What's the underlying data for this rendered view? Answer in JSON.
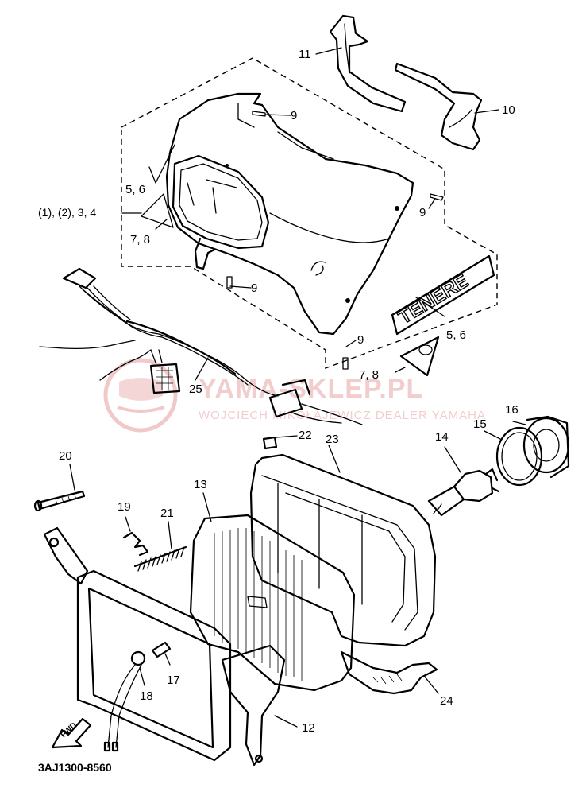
{
  "diagram": {
    "part_code": "3AJ1300-8560",
    "fwd_label": "FWD",
    "brand_badge": "TENERE",
    "callouts": {
      "c1": "11",
      "c2": "9",
      "c3": "10",
      "c4": "5, 6",
      "c5": "(1), (2), 3, 4",
      "c6": "9",
      "c7": "7, 8",
      "c8": "9",
      "c9": "5, 6",
      "c10": "9",
      "c11": "7, 8",
      "c12": "25",
      "c13": "22",
      "c14": "23",
      "c15": "14",
      "c16": "16",
      "c17": "15",
      "c18": "20",
      "c19": "13",
      "c20": "19",
      "c21": "21",
      "c22": "17",
      "c23": "18",
      "c24": "24",
      "c25": "12"
    }
  },
  "watermark": {
    "title": "YAMA-SKLEP.PL",
    "subtitle": "WOJCIECH MIKOŁAJEWICZ DEALER YAMAHA"
  }
}
